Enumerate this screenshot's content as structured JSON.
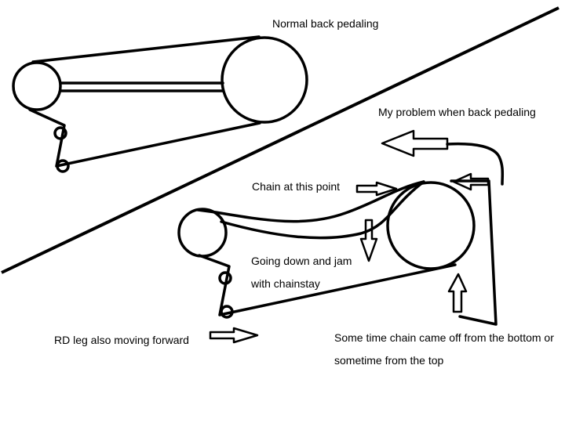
{
  "labels": {
    "normal": "Normal back pedaling",
    "problem": "My problem when back pedaling",
    "chain_point": "Chain at this point",
    "going_down_1": "Going down and jam",
    "going_down_2": "with chainstay",
    "rd_leg": "RD leg also moving forward",
    "sometime_1": "Some time chain came off from the bottom or",
    "sometime_2": "sometime from the  top"
  },
  "colors": {
    "ink": "#000000",
    "background": "#ffffff"
  }
}
